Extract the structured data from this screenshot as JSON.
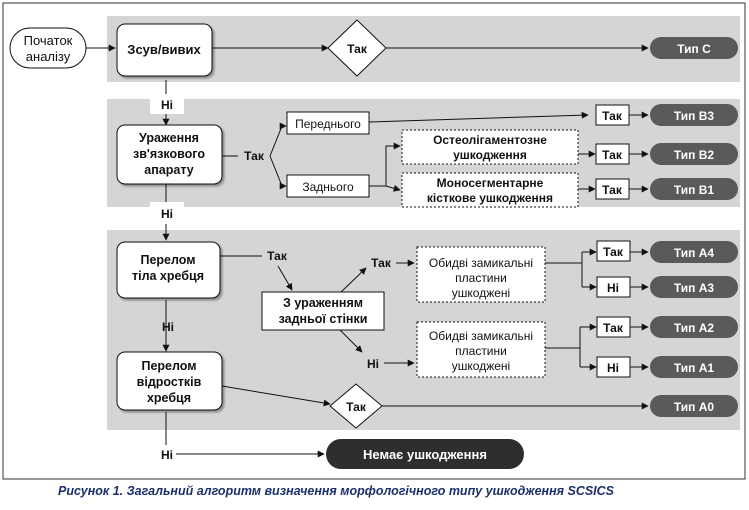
{
  "nodes": {
    "start": [
      "Початок",
      "аналізу"
    ],
    "displacement": "Зсув/вивих",
    "ligament_injury": [
      "Ураження",
      "зв'язкового",
      "апарату"
    ],
    "anterior": "Переднього",
    "posterior": "Заднього",
    "osteoligamentous": [
      "Остеолігаментозне",
      "ушкодження"
    ],
    "monosegmental": [
      "Моносегментарне",
      "кісткове ушкодження"
    ],
    "body_fracture": [
      "Перелом",
      "тіла хребця"
    ],
    "posterior_wall": [
      "З ураженням",
      "задньої стінки"
    ],
    "both_endplates_1": [
      "Обидві замикальні",
      "пластини",
      "ушкоджені"
    ],
    "both_endplates_2": [
      "Обидві замикальні",
      "пластини",
      "ушкоджені"
    ],
    "process_fracture": [
      "Перелом",
      "відростків",
      "хребця"
    ],
    "no_injury": "Немає ушкодження"
  },
  "labels": {
    "yes": "Так",
    "no": "Ні",
    "no_partial": "Ні"
  },
  "types": {
    "C": "Тип С",
    "B3": "Тип В3",
    "B2": "Тип В2",
    "B1": "Тип В1",
    "A4": "Тип А4",
    "A3": "Тип А3",
    "A2": "Тип А2",
    "A1": "Тип А1",
    "A0": "Тип А0"
  },
  "caption": "Рисунок 1. Загальний алгоритм визначення морфологічного типу ушкодження SCSICS",
  "colors": {
    "band": "#d5d5d5",
    "type_badge": "#5a5a5a",
    "no_injury_badge": "#2e2e2e",
    "caption": "#1b2f6b"
  }
}
